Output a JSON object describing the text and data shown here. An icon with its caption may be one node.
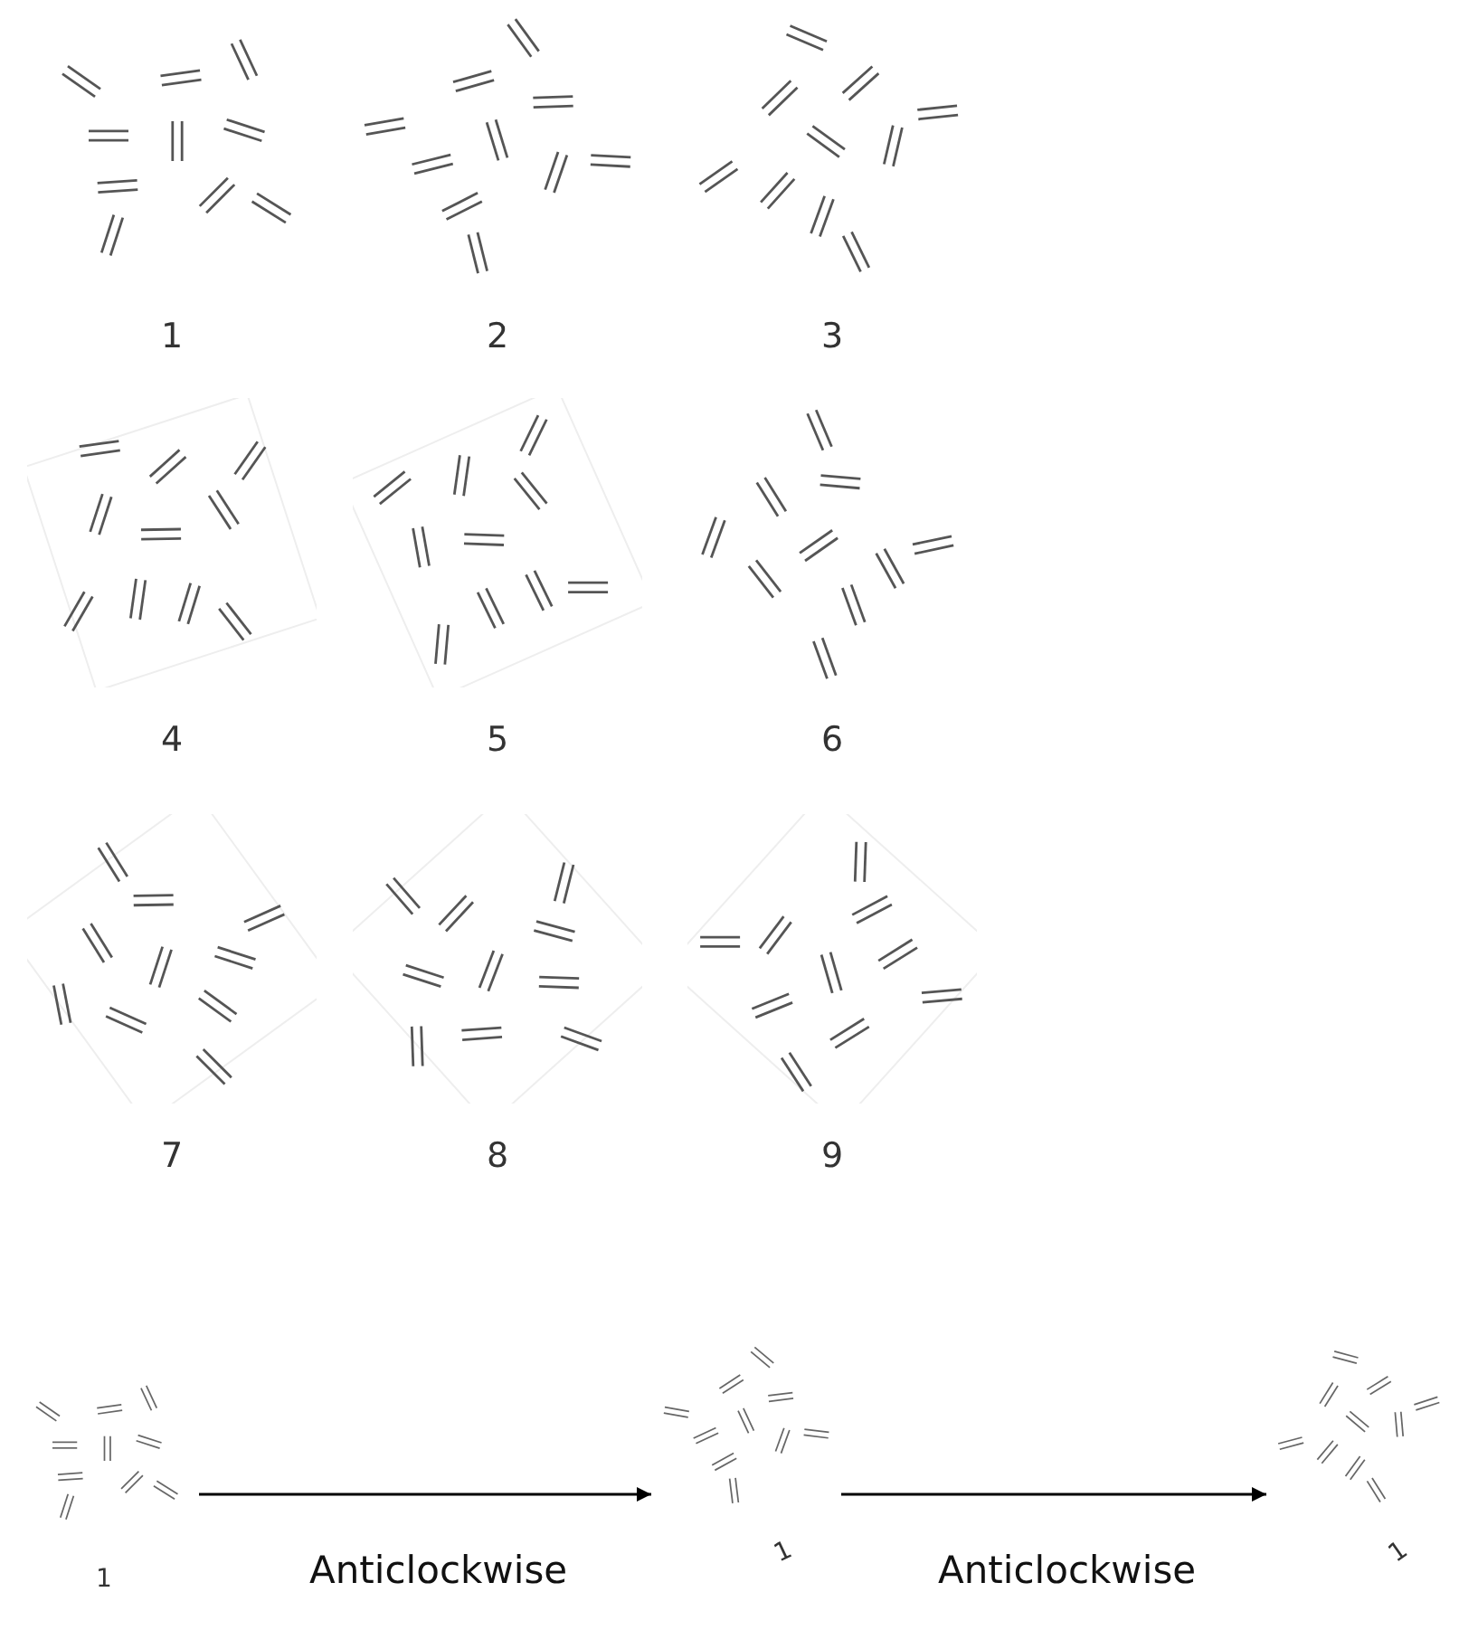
{
  "diagram": {
    "nodes": [
      {
        "text": [],
        "shape": "picture",
        "beside": [
          "1"
        ]
      },
      {
        "text": [],
        "shape": "picture",
        "beside": [
          "1"
        ]
      },
      {
        "text": [],
        "shape": "picture",
        "beside": [
          "1"
        ]
      }
    ],
    "edges": [
      {
        "from": 0,
        "to": 1,
        "arrow": "to",
        "label": "Anticlockwise"
      },
      {
        "from": 1,
        "to": 2,
        "arrow": "to",
        "label": "Anticlockwise"
      }
    ],
    "labels": [
      "1",
      "2",
      "3",
      "4",
      "5",
      "6",
      "7",
      "8",
      "9"
    ]
  }
}
